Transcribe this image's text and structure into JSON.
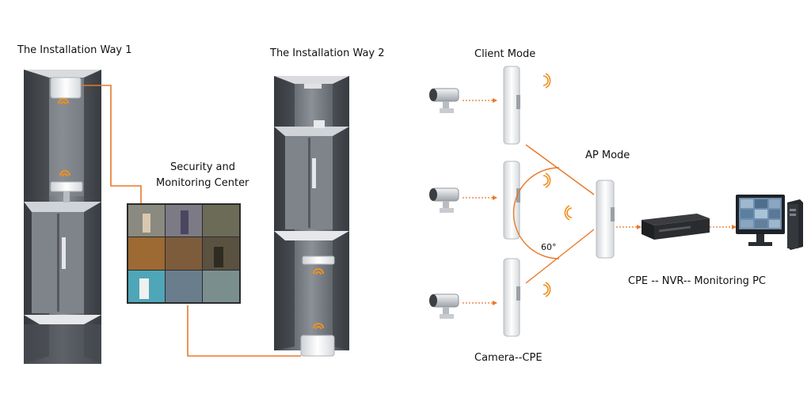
{
  "labels": {
    "installation_way_1": "The Installation Way 1",
    "installation_way_2": "The Installation Way 2",
    "security_center_line1": "Security and",
    "security_center_line2": "Monitoring Center",
    "client_mode": "Client Mode",
    "ap_mode": "AP Mode",
    "camera_cpe": "Camera--CPE",
    "cpe_nvr_pc": "CPE -- NVR-- Monitoring PC",
    "angle": "60°"
  },
  "colors": {
    "link_line": "#e8782a",
    "shaft_dark": "#3e4248",
    "shaft_mid": "#8a8f96",
    "shaft_light": "#c9ccd0",
    "wifi_signal": "#f0901e"
  },
  "icons": [
    "camera-icon",
    "cpe-antenna-icon",
    "wifi-signal-icon",
    "nvr-recorder-icon",
    "monitor-icon",
    "pc-tower-icon",
    "elevator-shaft-icon"
  ]
}
